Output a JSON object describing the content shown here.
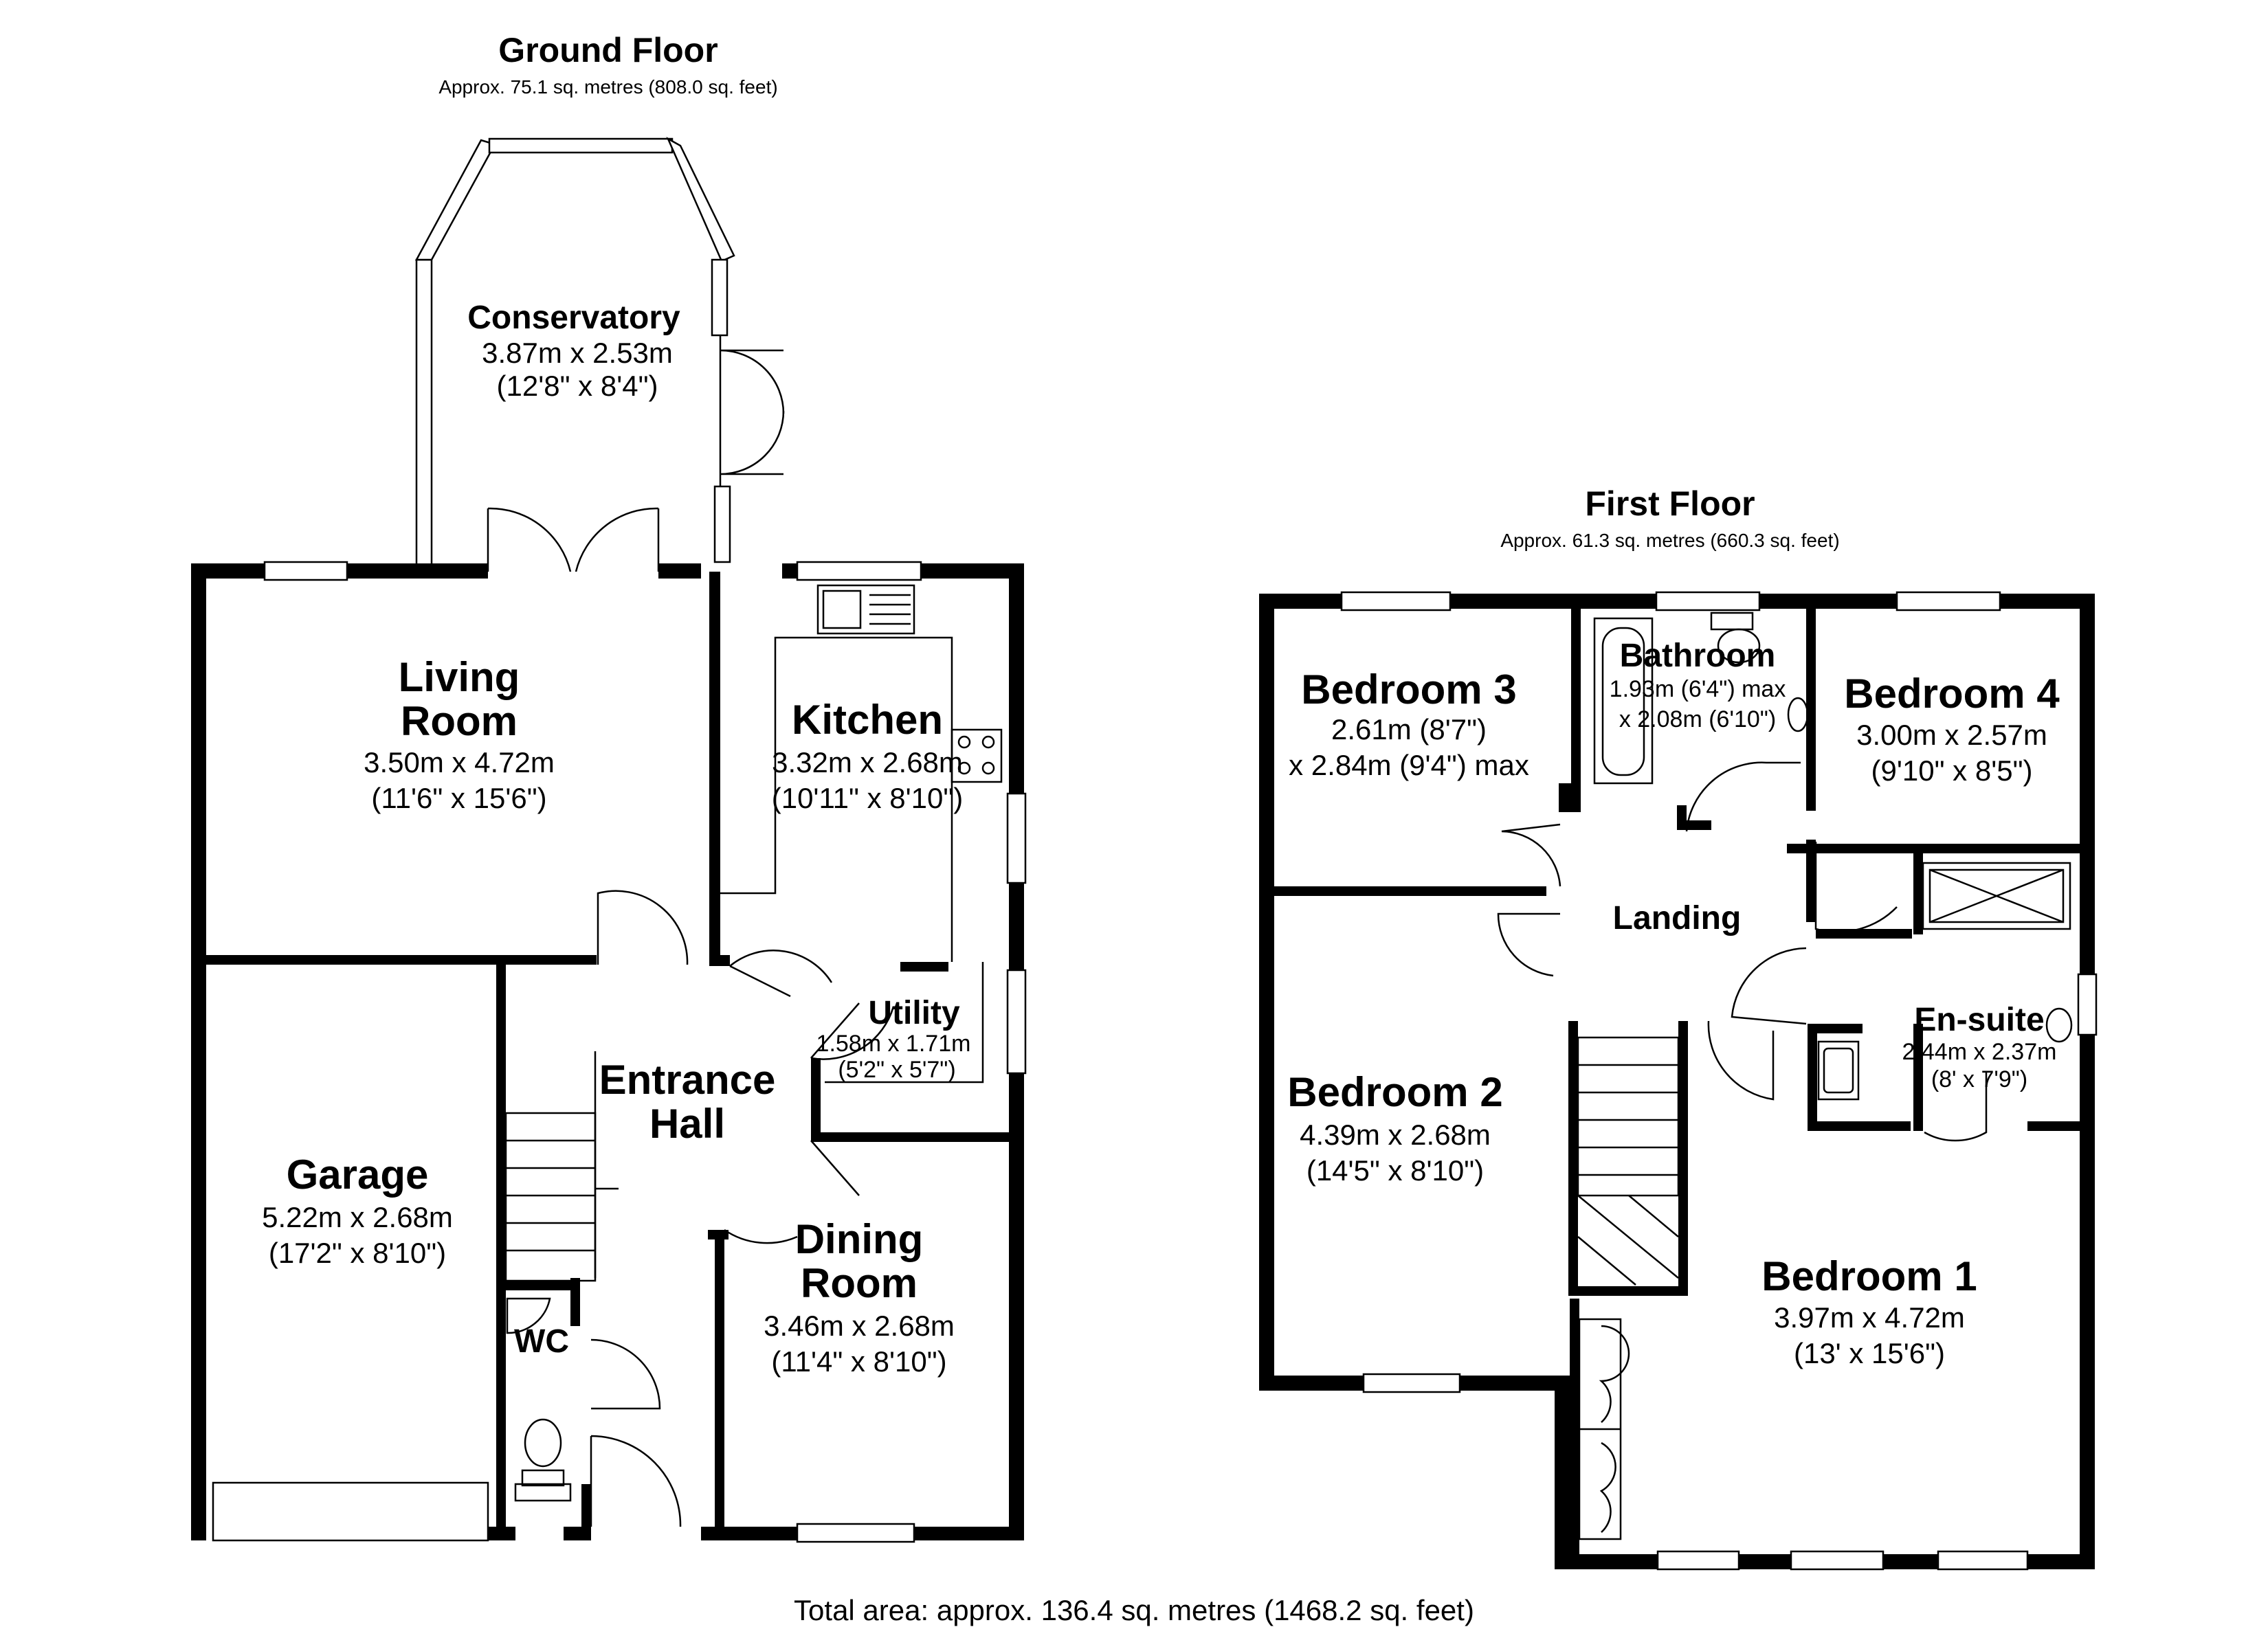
{
  "ground_floor": {
    "title": "Ground Floor",
    "area": "Approx. 75.1 sq. metres (808.0 sq. feet)",
    "rooms": {
      "conservatory": {
        "name": "Conservatory",
        "metric": "3.87m x 2.53m",
        "imperial": "(12'8\" x 8'4\")"
      },
      "living_room": {
        "name_line1": "Living",
        "name_line2": "Room",
        "metric": "3.50m x 4.72m",
        "imperial": "(11'6\" x 15'6\")"
      },
      "kitchen": {
        "name": "Kitchen",
        "metric": "3.32m x 2.68m",
        "imperial": "(10'11\" x 8'10\")"
      },
      "utility": {
        "name": "Utility",
        "metric": "1.58m x 1.71m",
        "imperial": "(5'2\" x 5'7\")"
      },
      "entrance_hall": {
        "name_line1": "Entrance",
        "name_line2": "Hall"
      },
      "garage": {
        "name": "Garage",
        "metric": "5.22m x 2.68m",
        "imperial": "(17'2\" x 8'10\")"
      },
      "dining_room": {
        "name_line1": "Dining",
        "name_line2": "Room",
        "metric": "3.46m x 2.68m",
        "imperial": "(11'4\" x 8'10\")"
      },
      "wc": {
        "name": "WC"
      }
    }
  },
  "first_floor": {
    "title": "First Floor",
    "area": "Approx. 61.3 sq. metres (660.3 sq. feet)",
    "rooms": {
      "bedroom3": {
        "name": "Bedroom 3",
        "line1": "2.61m (8'7\")",
        "line2": "x 2.84m (9'4\") max"
      },
      "bathroom": {
        "name": "Bathroom",
        "line1": "1.93m (6'4\") max",
        "line2": "x 2.08m (6'10\")"
      },
      "bedroom4": {
        "name": "Bedroom 4",
        "metric": "3.00m x 2.57m",
        "imperial": "(9'10\" x 8'5\")"
      },
      "landing": {
        "name": "Landing"
      },
      "bedroom2": {
        "name": "Bedroom 2",
        "metric": "4.39m x 2.68m",
        "imperial": "(14'5\" x 8'10\")"
      },
      "ensuite": {
        "name": "En-suite",
        "metric": "2.44m x 2.37m",
        "imperial": "(8' x 7'9\")"
      },
      "bedroom1": {
        "name": "Bedroom 1",
        "metric": "3.97m x 4.72m",
        "imperial": "(13' x 15'6\")"
      }
    }
  },
  "total_area": "Total area: approx. 136.4 sq. metres (1468.2 sq. feet)"
}
